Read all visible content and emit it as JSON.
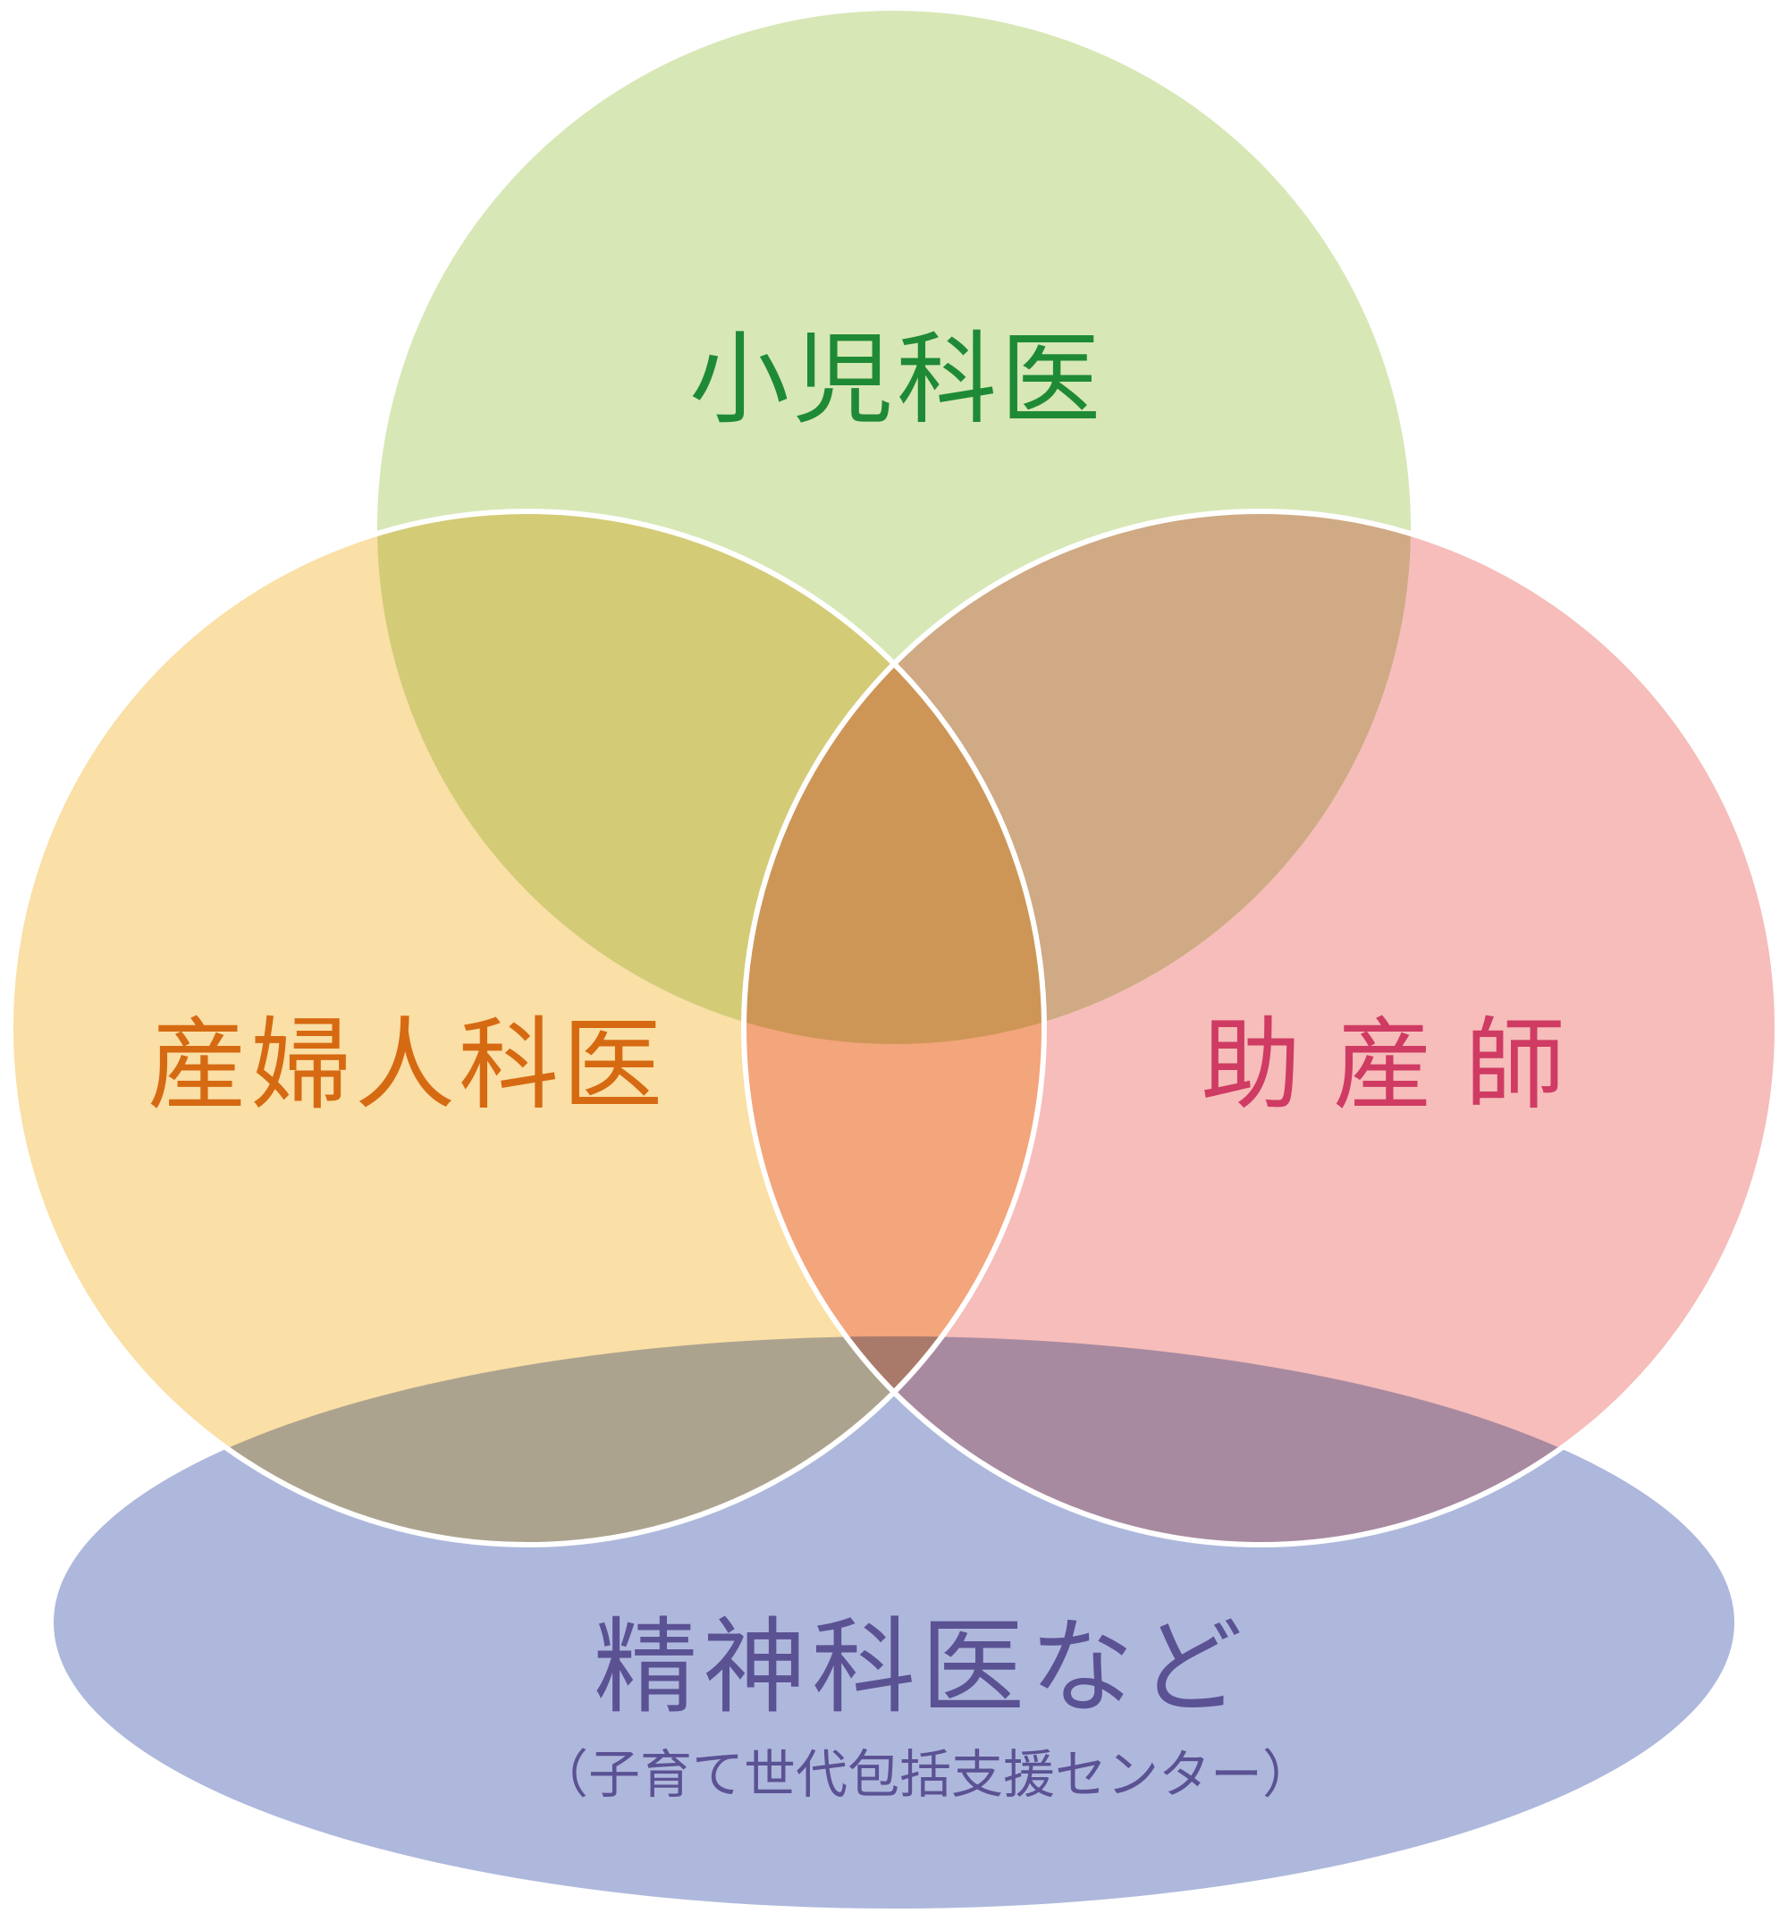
{
  "diagram": {
    "sets": [
      {
        "id": "pediatrician",
        "label": "小児科医",
        "fill": "#d7e7b6",
        "text_color": "#1f8a36"
      },
      {
        "id": "obgyn",
        "label": "産婦人科医",
        "fill": "#fadfa6",
        "text_color": "#d66a12"
      },
      {
        "id": "midwife",
        "label": "助 産 師",
        "fill": "#f6bdba",
        "text_color": "#cf3b63"
      },
      {
        "id": "psychiatrist",
        "label": "精神科医など",
        "sublabel": "（子育て世代包括支援センター）",
        "fill": "#aeb8dc",
        "text_color": "#5b5294"
      }
    ],
    "overlap_colors": {
      "pediatrician_obgyn": "#d4cb77",
      "pediatrician_midwife": "#cfaa85",
      "obgyn_midwife": "#f3a57b",
      "all_three": "#cd9657",
      "obgyn_psychiatrist": "#aca38f",
      "midwife_psychiatrist": "#a88aa0",
      "center_bottom": "#a97a6a"
    },
    "outline_color": "#ffffff"
  }
}
